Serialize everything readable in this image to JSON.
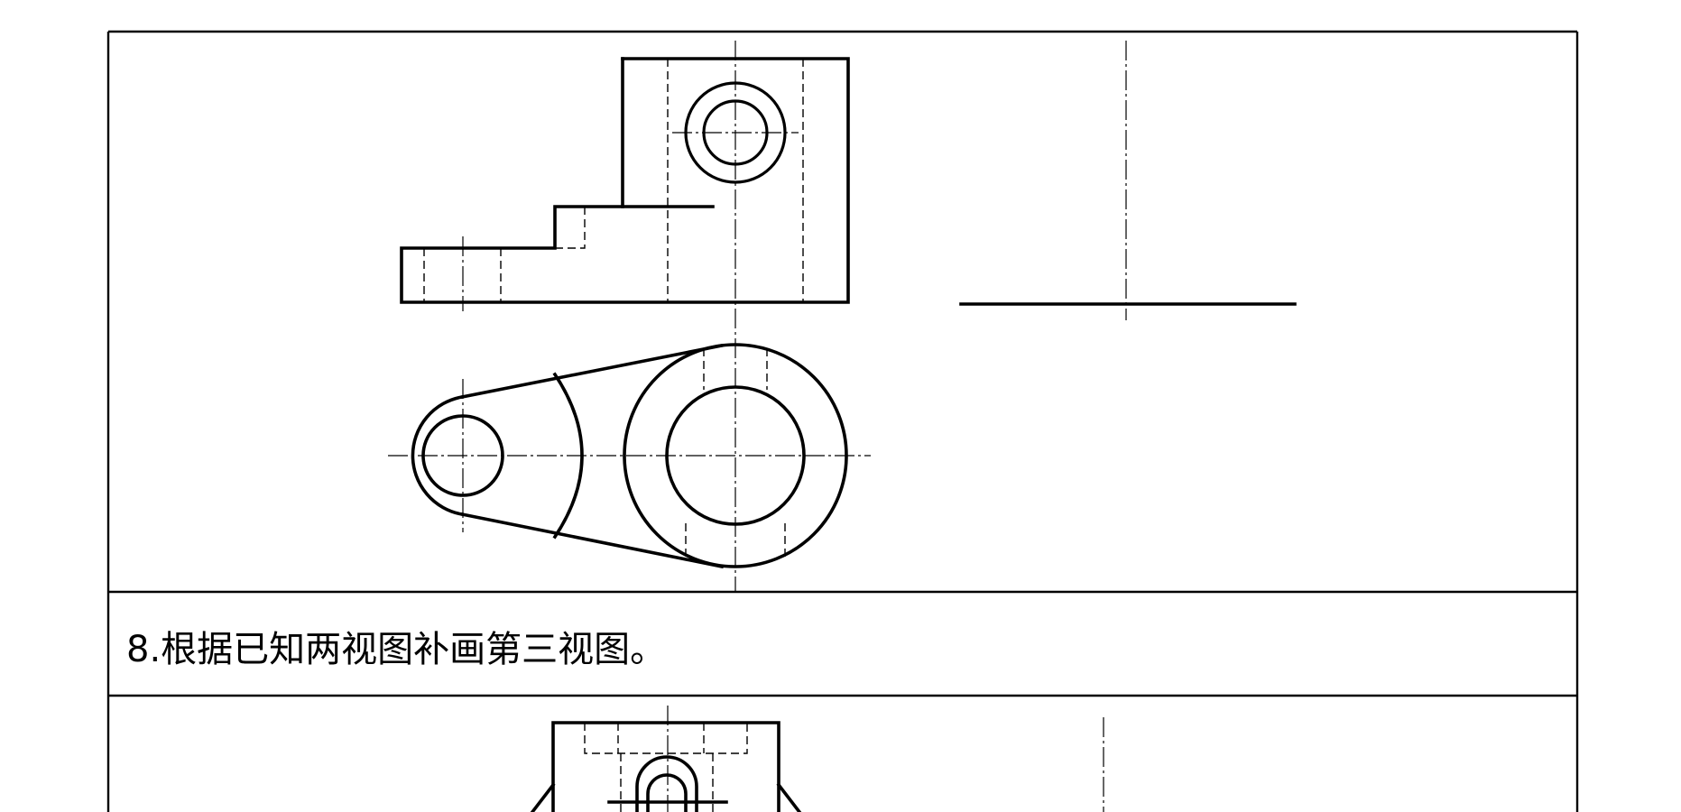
{
  "question": {
    "text": "8.根据已知两视图补画第三视图。"
  },
  "figures": [
    {
      "name": "problem-7",
      "views": [
        "front-view",
        "top-view",
        "side-view-blank"
      ]
    },
    {
      "name": "problem-8",
      "views": [
        "front-view",
        "side-view-blank"
      ]
    }
  ],
  "colors": {
    "line": "#000000",
    "background": "#ffffff"
  }
}
